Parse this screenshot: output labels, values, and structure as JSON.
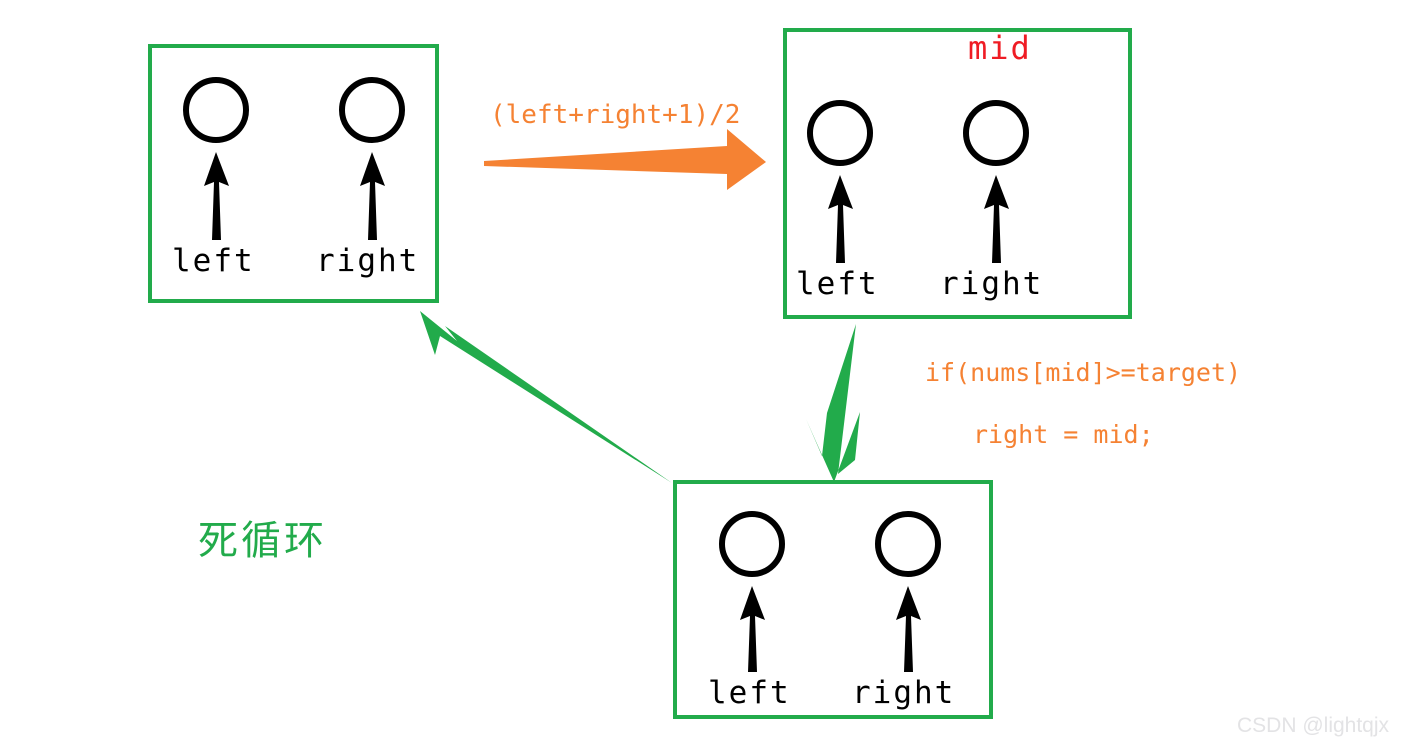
{
  "diagram": {
    "title": "binary-search-infinite-loop-illustration",
    "colors": {
      "box_border": "#22ab4b",
      "green_arrow": "#22ab4b",
      "orange": "#f58233",
      "red": "#ef1c24",
      "black": "#000000",
      "background": "#ffffff",
      "watermark": "#e3e3e5"
    },
    "boxes": [
      {
        "id": "box-initial",
        "left_label": "left",
        "right_label": "right",
        "mid_label": null
      },
      {
        "id": "box-mid",
        "left_label": "left",
        "right_label": "right",
        "mid_label": "mid"
      },
      {
        "id": "box-after-update",
        "left_label": "left",
        "right_label": "right",
        "mid_label": null
      }
    ],
    "annotations": {
      "mid_formula": "(left+right+1)/2",
      "condition": "if(nums[mid]>=target)",
      "assignment": "right = mid;",
      "loop_note": "死循环"
    },
    "watermark": "CSDN @lightqjx"
  }
}
